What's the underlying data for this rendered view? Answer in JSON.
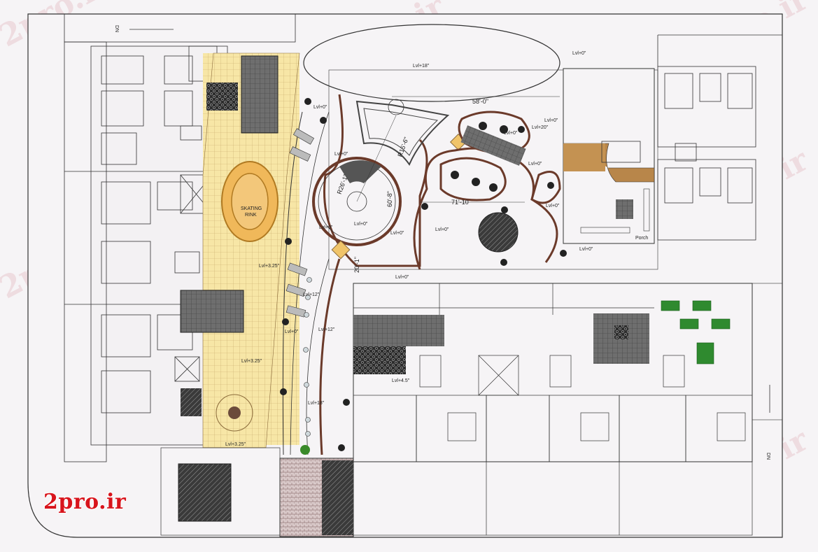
{
  "brand": "2pro.ir",
  "watermark": "2pro.ir",
  "labels": {
    "north": "DN",
    "north2": "DN",
    "skating": "SKATING",
    "rink": "RINK",
    "lvl18": "Lvl+18\"",
    "lvl0a": "Lvl+0\"",
    "lvl0b": "Lvl+0\"",
    "lvl0c": "Lvl+0\"",
    "lvl0d": "Lvl+0\"",
    "lvl0e": "Lvl+0\"",
    "lvl0f": "Lvl+0\"",
    "lvl0g": "Lvl+0\"",
    "lvl0h": "Lvl+0\"",
    "lvl0i": "Lvl+0\"",
    "lvl0j": "Lvl+0\"",
    "lvl0k": "Lvl+0\"",
    "lvl0l": "Lvl+0\"",
    "lvl0m": "Lvl+0\"",
    "lvl0n": "Lvl+0\"",
    "lvl20": "Lvl+20\"",
    "lvl12a": "Lvl+12\"",
    "lvl12b": "Lvl+12\"",
    "lvl18b": "Lvl+18\"",
    "lvl45": "Lvl+4.5\"",
    "lvl325a": "Lvl+3.25\"",
    "lvl325b": "Lvl+3.25\"",
    "lvl325c": "Lvl+3.25\"",
    "dim58": "58'-0\"",
    "dim71": "71'-10",
    "r26": "R26'-1\"",
    "r15": "R15'-6\"",
    "dim60": "60'-8\"",
    "dim20": "20'-1\"",
    "porch": "Porch"
  }
}
